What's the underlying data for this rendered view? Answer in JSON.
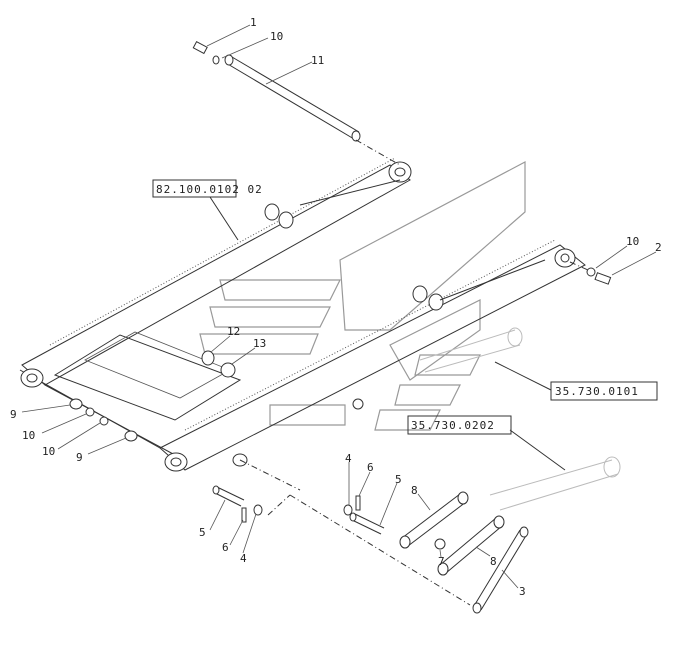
{
  "callouts": [
    {
      "id": "c1",
      "label": "1"
    },
    {
      "id": "c10a",
      "label": "10"
    },
    {
      "id": "c11",
      "label": "11"
    },
    {
      "id": "c10b",
      "label": "10"
    },
    {
      "id": "c2",
      "label": "2"
    },
    {
      "id": "c12",
      "label": "12"
    },
    {
      "id": "c13",
      "label": "13"
    },
    {
      "id": "c9a",
      "label": "9"
    },
    {
      "id": "c10c",
      "label": "10"
    },
    {
      "id": "c10d",
      "label": "10"
    },
    {
      "id": "c9b",
      "label": "9"
    },
    {
      "id": "c4a",
      "label": "4"
    },
    {
      "id": "c6a",
      "label": "6"
    },
    {
      "id": "c5a",
      "label": "5"
    },
    {
      "id": "c8a",
      "label": "8"
    },
    {
      "id": "c7",
      "label": "7"
    },
    {
      "id": "c8b",
      "label": "8"
    },
    {
      "id": "c3",
      "label": "3"
    },
    {
      "id": "c5b",
      "label": "5"
    },
    {
      "id": "c6b",
      "label": "6"
    },
    {
      "id": "c4b",
      "label": "4"
    }
  ],
  "references": [
    {
      "id": "ref1",
      "label": "82.100.0102 02"
    },
    {
      "id": "ref2",
      "label": "35.730.0101"
    },
    {
      "id": "ref3",
      "label": "35.730.0202"
    }
  ]
}
